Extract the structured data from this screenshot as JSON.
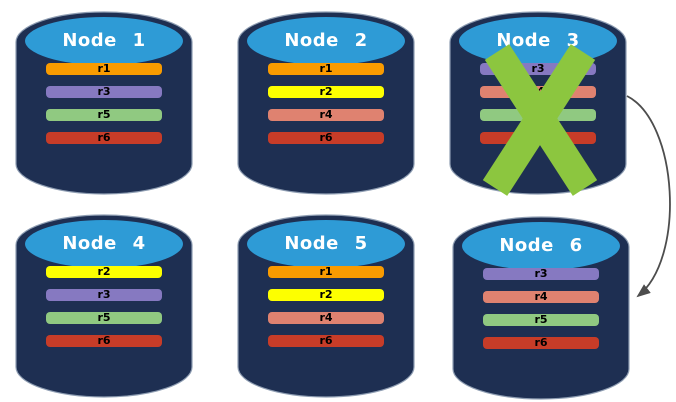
{
  "diagram": {
    "colors": {
      "cylinder_body": "#1E2F52",
      "cylinder_top": "#2E9BD6",
      "cylinder_edge": "#8E9DB2",
      "title_text": "#FFFFFF",
      "bar_text": "#000000",
      "failure_x": "#8CC63F",
      "arrow": "#4D4D4D"
    },
    "replica_colors": {
      "r1": "#F99B00",
      "r2": "#FDFF00",
      "r3": "#8679C1",
      "r4": "#DF8270",
      "r5": "#90C981",
      "r6": "#C73C28"
    },
    "nodes": [
      {
        "label": "Node 1",
        "failed": false,
        "replicas": [
          "r1",
          "r3",
          "r5",
          "r6"
        ]
      },
      {
        "label": "Node 2",
        "failed": false,
        "replicas": [
          "r1",
          "r2",
          "r4",
          "r6"
        ]
      },
      {
        "label": "Node 3",
        "failed": true,
        "replicas": [
          "r3",
          "r4",
          "r5",
          "r6"
        ]
      },
      {
        "label": "Node 4",
        "failed": false,
        "replicas": [
          "r2",
          "r3",
          "r5",
          "r6"
        ]
      },
      {
        "label": "Node 5",
        "failed": false,
        "replicas": [
          "r1",
          "r2",
          "r4",
          "r6"
        ]
      },
      {
        "label": "Node 6",
        "failed": false,
        "replicas": [
          "r3",
          "r4",
          "r5",
          "r6"
        ]
      }
    ],
    "arrow": {
      "from": "Node 3",
      "to": "Node 6"
    }
  }
}
